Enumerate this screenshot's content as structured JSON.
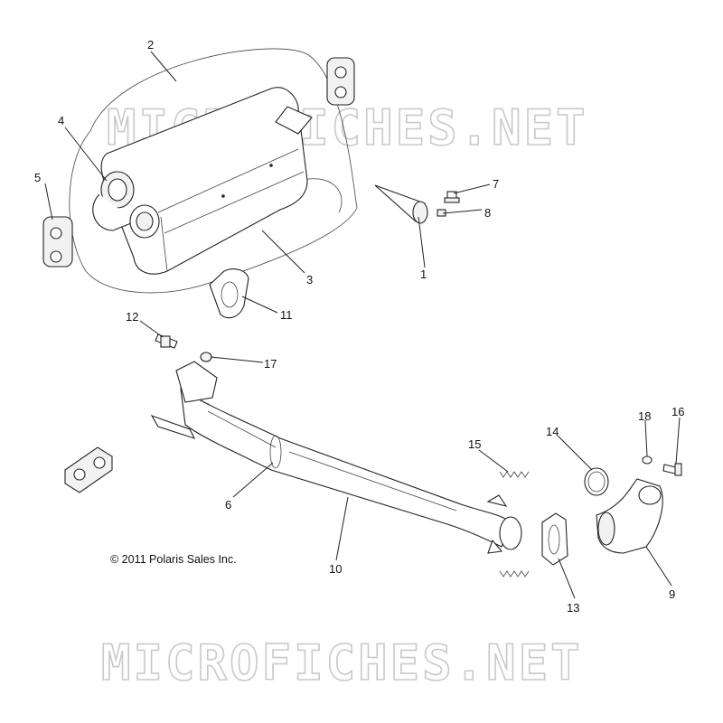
{
  "watermark": {
    "text": "MICROFICHES.NET"
  },
  "copyright": "© 2011 Polaris Sales Inc.",
  "callouts": [
    {
      "id": "1",
      "label": "1"
    },
    {
      "id": "2",
      "label": "2"
    },
    {
      "id": "3",
      "label": "3"
    },
    {
      "id": "4",
      "label": "4"
    },
    {
      "id": "5",
      "label": "5"
    },
    {
      "id": "6",
      "label": "6"
    },
    {
      "id": "7",
      "label": "7"
    },
    {
      "id": "8",
      "label": "8"
    },
    {
      "id": "9",
      "label": "9"
    },
    {
      "id": "10",
      "label": "10"
    },
    {
      "id": "11",
      "label": "11"
    },
    {
      "id": "12",
      "label": "12"
    },
    {
      "id": "13",
      "label": "13"
    },
    {
      "id": "14",
      "label": "14"
    },
    {
      "id": "15",
      "label": "15"
    },
    {
      "id": "16",
      "label": "16"
    },
    {
      "id": "17",
      "label": "17"
    },
    {
      "id": "18",
      "label": "18"
    }
  ]
}
